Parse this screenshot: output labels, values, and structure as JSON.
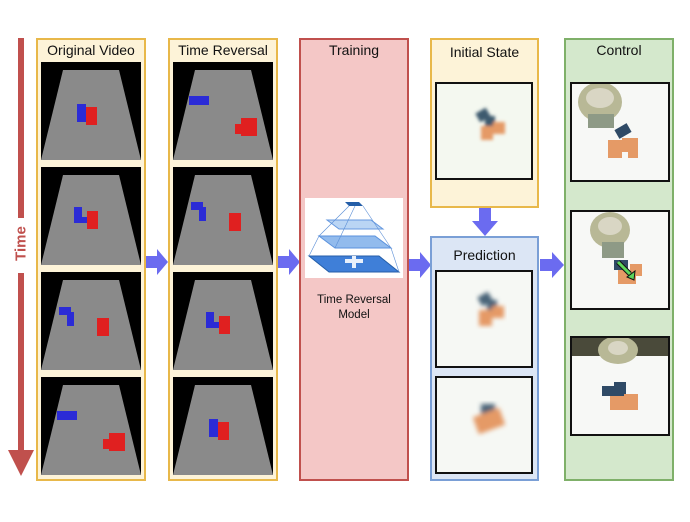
{
  "time_axis": {
    "label": "Time",
    "color": "#c0504d"
  },
  "panels": {
    "original_video": {
      "title": "Original Video"
    },
    "time_reversal": {
      "title": "Time Reversal"
    },
    "training": {
      "title": "Training",
      "model_label_line1": "Time Reversal",
      "model_label_line2": "Model"
    },
    "initial_state": {
      "title": "Initial State"
    },
    "prediction": {
      "title": "Prediction"
    },
    "control": {
      "title": "Control"
    }
  },
  "colors": {
    "video_border": "#e8b84a",
    "video_bg": "#fdf3d8",
    "training_border": "#c0504d",
    "training_bg": "#f4c7c6",
    "prediction_border": "#7a9fd6",
    "prediction_bg": "#dce6f5",
    "control_border": "#7fb069",
    "control_bg": "#d4e8cc",
    "flow_arrow": "#6b6bf0"
  }
}
